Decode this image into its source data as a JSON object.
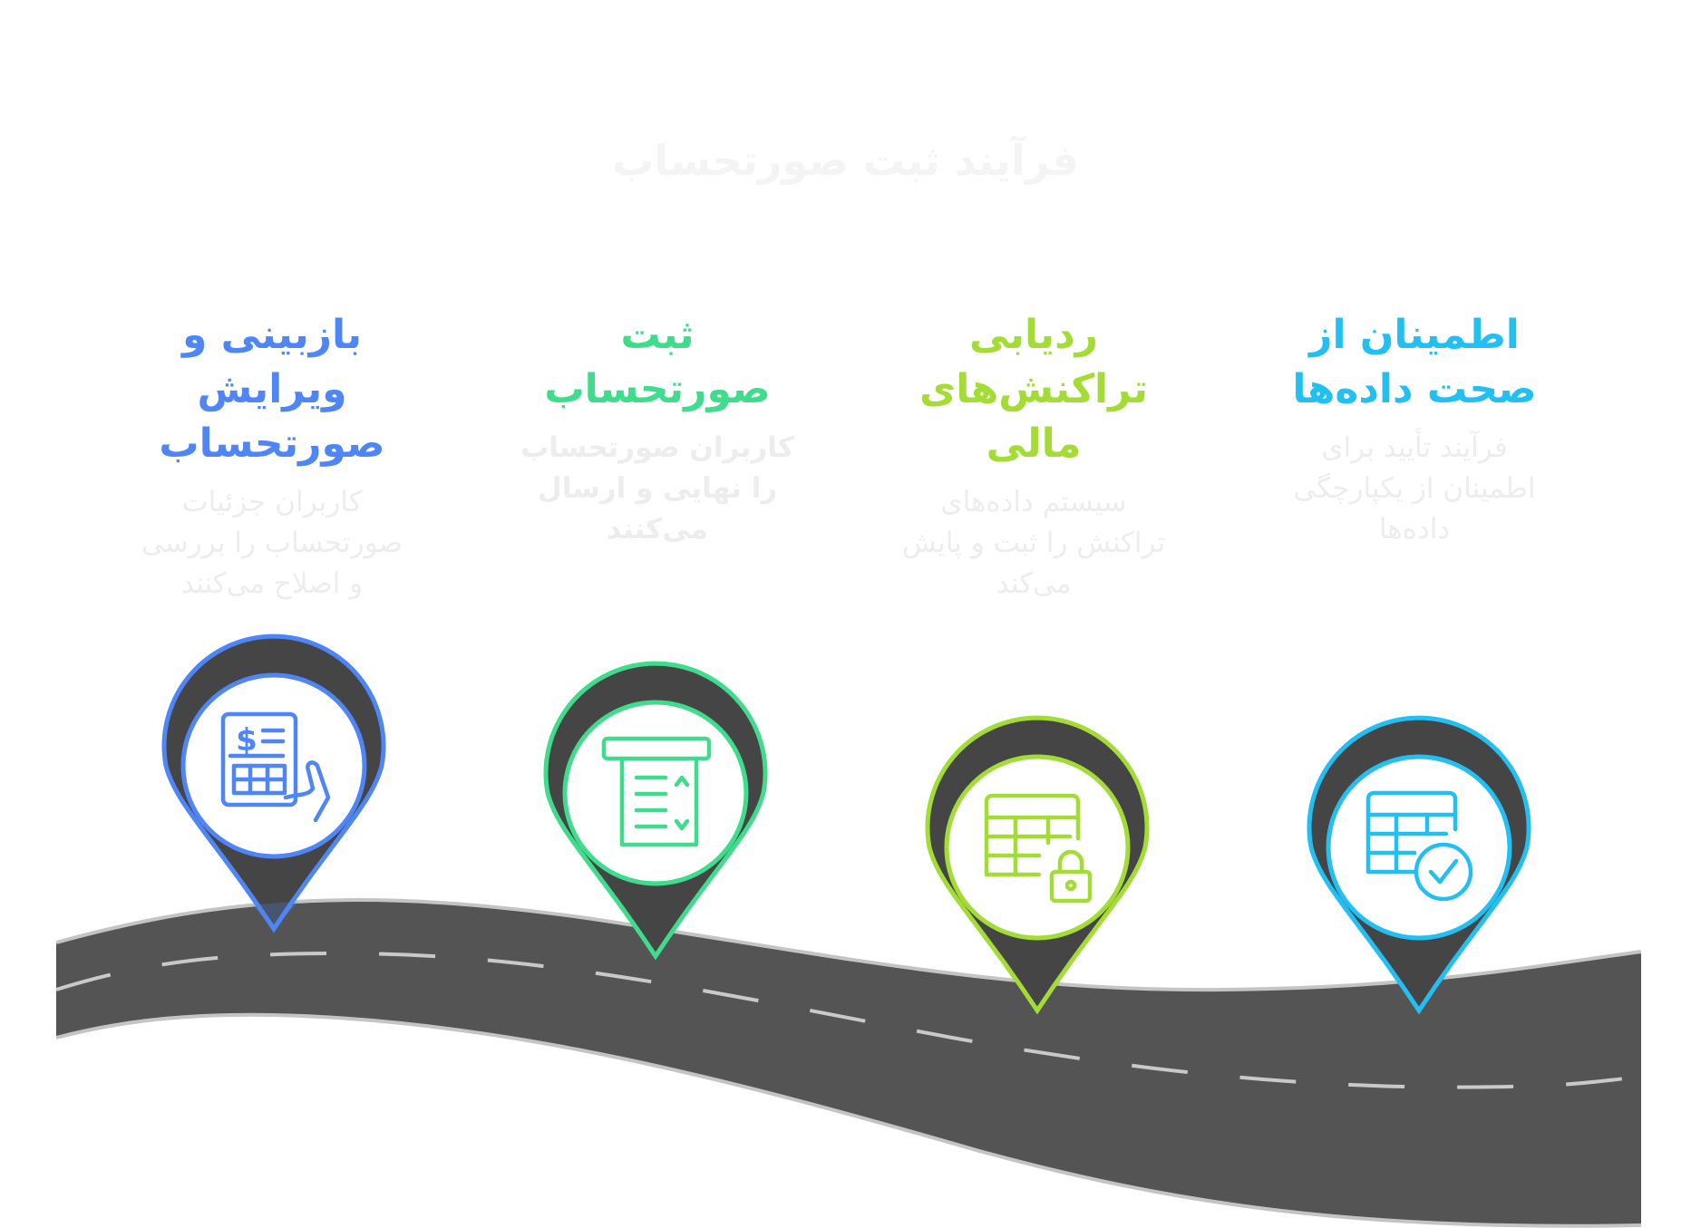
{
  "title": "فرآیند ثبت صورتحساب",
  "colors": {
    "step1": "#4f86f7",
    "step2": "#3fdc8c",
    "step3": "#a2dc35",
    "step4": "#22bff2",
    "road": "#545454",
    "road_edge": "#c4c4c4",
    "road_dash": "#c9c9c9",
    "pin_ring": "#454545",
    "faded_text": "#ececec"
  },
  "steps": [
    {
      "title_line1": "بازبینی و",
      "title_line2": "ویرایش",
      "title_line3": "صورتحساب",
      "desc_line1": "کاربران جزئیات",
      "desc_line2": "صورتحساب را بررسی",
      "desc_line3": "و اصلاح می‌کنند",
      "icon": "invoice-hand-icon"
    },
    {
      "title_line1": "ثبت",
      "title_line2": "صورتحساب",
      "desc_line1": "کاربران صورتحساب",
      "desc_line2": "را نهایی و ارسال",
      "desc_line3": "می‌کنند",
      "icon": "receipt-checklist-icon"
    },
    {
      "title_line1": "ردیابی",
      "title_line2": "تراکنش‌های",
      "title_line3": "مالی",
      "desc_line1": "سیستم داده‌های",
      "desc_line2": "تراکنش را ثبت و پایش",
      "desc_line3": "می‌کند",
      "icon": "table-lock-icon"
    },
    {
      "title_line1": "اطمینان از",
      "title_line2": "صحت داده‌ها",
      "desc_line1": "فرآیند تأیید برای",
      "desc_line2": "اطمینان از یکپارچگی",
      "desc_line3": "داده‌ها",
      "icon": "table-check-icon"
    }
  ]
}
